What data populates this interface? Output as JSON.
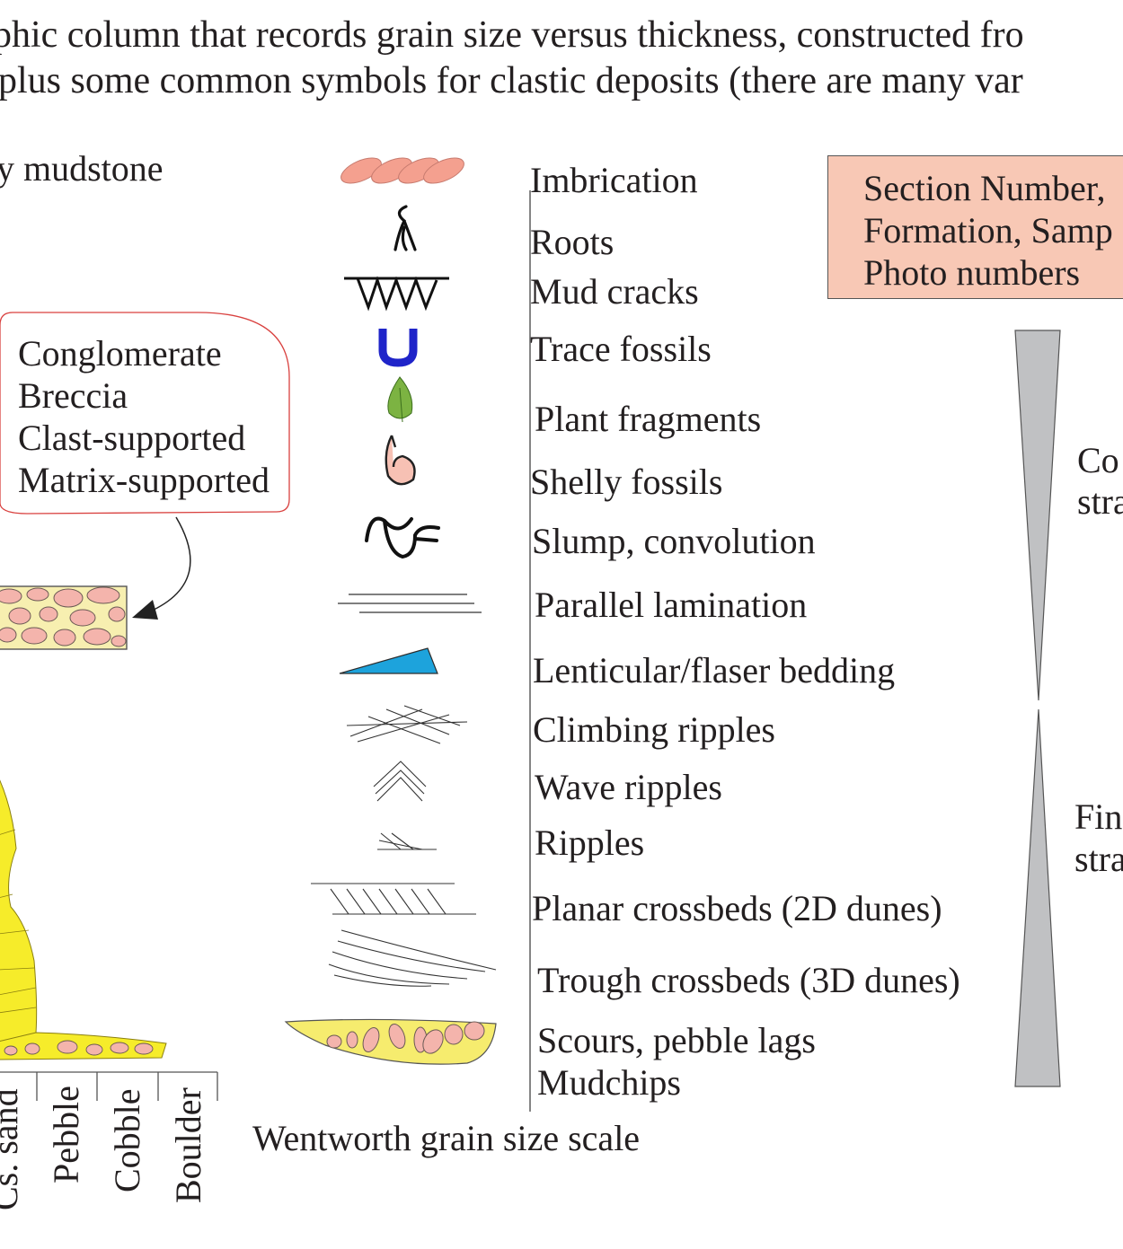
{
  "intro": {
    "line1": "phic column that records grain size versus thickness, constructed fro",
    "line2": "plus some common symbols for clastic deposits (there are many var"
  },
  "left_label": "y mudstone",
  "callout": {
    "lines": [
      "Conglomerate",
      "Breccia",
      "Clast-supported",
      "Matrix-supported"
    ],
    "border_color": "#d9413f"
  },
  "grain_scale": {
    "labels": [
      "Cs. sand",
      "Pebble",
      "Cobble",
      "Boulder"
    ],
    "title": "Wentworth grain size scale"
  },
  "legend": [
    {
      "label": "Imbrication",
      "icon": "imbrication-icon"
    },
    {
      "label": "Roots",
      "icon": "roots-icon"
    },
    {
      "label": "Mud cracks",
      "icon": "mud-cracks-icon"
    },
    {
      "label": "Trace fossils",
      "icon": "trace-fossil-icon"
    },
    {
      "label": "Plant fragments",
      "icon": "leaf-icon"
    },
    {
      "label": "Shelly fossils",
      "icon": "shell-icon"
    },
    {
      "label": "Slump, convolution",
      "icon": "slump-icon"
    },
    {
      "label": "Parallel lamination",
      "icon": "parallel-lamination-icon"
    },
    {
      "label": "Lenticular/flaser bedding",
      "icon": "lenticular-bedding-icon"
    },
    {
      "label": "Climbing ripples",
      "icon": "climbing-ripples-icon"
    },
    {
      "label": "Wave ripples",
      "icon": "wave-ripples-icon"
    },
    {
      "label": "Ripples",
      "icon": "ripples-icon"
    },
    {
      "label": "Planar crossbeds (2D dunes)",
      "icon": "planar-crossbeds-icon"
    },
    {
      "label": "Trough crossbeds (3D dunes)",
      "icon": "trough-crossbeds-icon"
    },
    {
      "label": "Scours, pebble lags",
      "icon": "scour-icon"
    },
    {
      "label": "Mudchips",
      "icon": ""
    }
  ],
  "info_box": {
    "lines": [
      "Section Number,",
      "Formation, Samp",
      "Photo numbers"
    ],
    "fill": "#f8c8b5"
  },
  "trend": {
    "upper": [
      "Co",
      "stra"
    ],
    "lower": [
      "Fin",
      "stra"
    ],
    "fill": "#c0c1c3"
  },
  "colors": {
    "sand": "#f6ec2a",
    "clast": "#f4b4ac",
    "matrix": "#f7efb0",
    "trace_fossil": "#1f24c9",
    "lenticular": "#1da3dc",
    "leaf": "#7cb342"
  }
}
